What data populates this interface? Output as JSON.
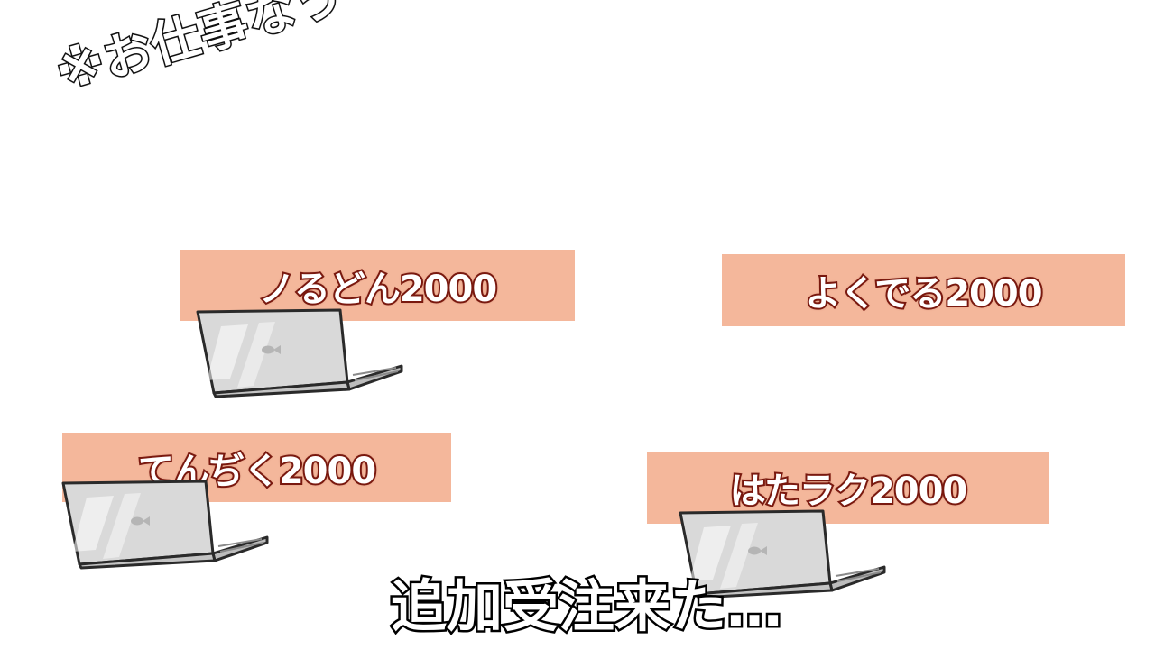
{
  "caption": {
    "corner_text": "※お仕事なう",
    "subtitle": "追加受注来た…"
  },
  "banners": [
    {
      "label": "ノるどん2000"
    },
    {
      "label": "よくでる2000"
    },
    {
      "label": "てんぢく2000"
    },
    {
      "label": "はたラク2000"
    }
  ],
  "colors": {
    "banner_fill": "#f4b79b",
    "banner_text": "#ffffff",
    "banner_outline": "#7a1a10",
    "laptop_body": "#d6d6d6",
    "laptop_outline": "#2a2a2a"
  },
  "icons": {
    "laptop": "laptop-icon",
    "logo": "fish-logo-icon"
  }
}
